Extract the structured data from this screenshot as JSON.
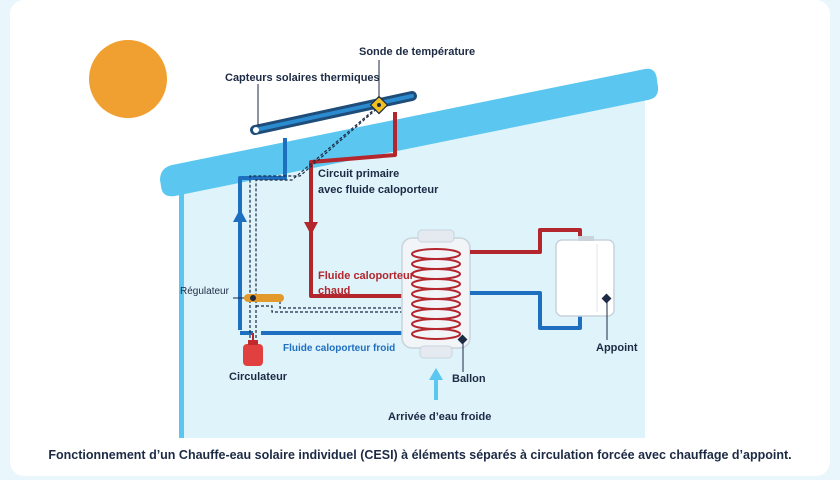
{
  "labels": {
    "sonde": "Sonde de température",
    "capteurs": "Capteurs solaires thermiques",
    "circuit_primaire_1": "Circuit primaire",
    "circuit_primaire_2": "avec fluide caloporteur",
    "fluide_chaud_1": "Fluide caloporteur",
    "fluide_chaud_2": "chaud",
    "regulateur": "Régulateur",
    "fluide_froid": "Fluide caloporteur froid",
    "circulateur": "Circulateur",
    "ballon": "Ballon",
    "arrivee": "Arrivée d’eau froide",
    "appoint": "Appoint"
  },
  "caption": "Fonctionnement d’un Chauffe-eau solaire individuel (CESI) à éléments séparés à circulation forcée avec chauffage d’appoint.",
  "colors": {
    "hot": "#b3262d",
    "cold": "#1f6fc1",
    "sun": "#f0a030",
    "roof": "#5bc7f0",
    "house": "#dff3fb",
    "regulator": "#e39a2a",
    "circulator": "#e04040",
    "panel_frame": "#1f4d7a"
  }
}
